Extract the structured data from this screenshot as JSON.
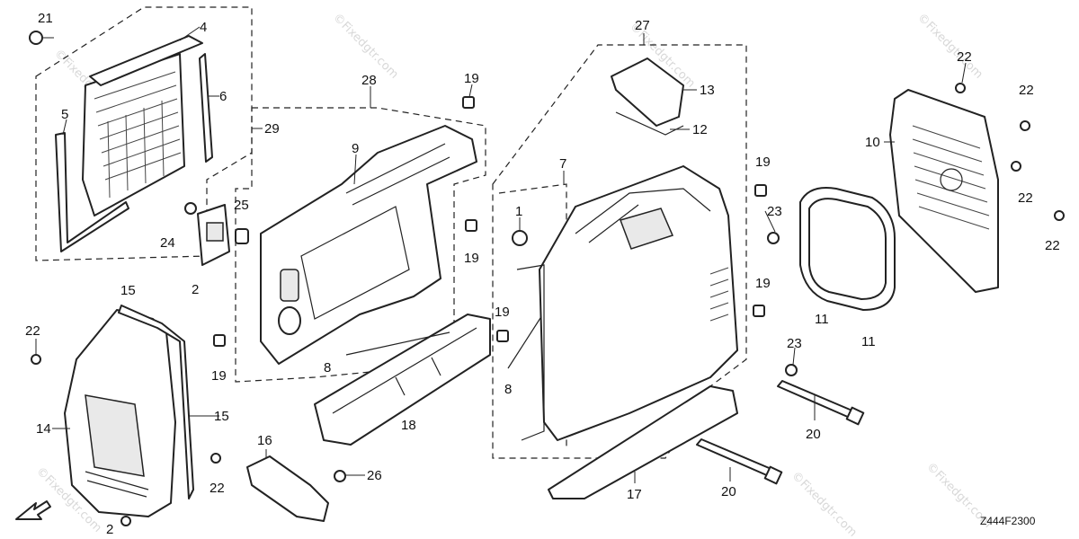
{
  "diagram": {
    "drawing_code": "Z444F2300",
    "watermark": "©Fixedgtr.com",
    "callouts": [
      {
        "id": "c-21",
        "text": "21"
      },
      {
        "id": "c-4",
        "text": "4"
      },
      {
        "id": "c-6",
        "text": "6"
      },
      {
        "id": "c-5",
        "text": "5"
      },
      {
        "id": "c-29",
        "text": "29"
      },
      {
        "id": "c-28",
        "text": "28"
      },
      {
        "id": "c-9",
        "text": "9"
      },
      {
        "id": "c-19a",
        "text": "19"
      },
      {
        "id": "c-27",
        "text": "27"
      },
      {
        "id": "c-13",
        "text": "13"
      },
      {
        "id": "c-12",
        "text": "12"
      },
      {
        "id": "c-22a",
        "text": "22"
      },
      {
        "id": "c-22b",
        "text": "22"
      },
      {
        "id": "c-10",
        "text": "10"
      },
      {
        "id": "c-22c",
        "text": "22"
      },
      {
        "id": "c-22d",
        "text": "22"
      },
      {
        "id": "c-7",
        "text": "7"
      },
      {
        "id": "c-19b",
        "text": "19"
      },
      {
        "id": "c-23a",
        "text": "23"
      },
      {
        "id": "c-1",
        "text": "1"
      },
      {
        "id": "c-19c",
        "text": "19"
      },
      {
        "id": "c-25",
        "text": "25"
      },
      {
        "id": "c-24",
        "text": "24"
      },
      {
        "id": "c-2a",
        "text": "2"
      },
      {
        "id": "c-15a",
        "text": "15"
      },
      {
        "id": "c-22e",
        "text": "22"
      },
      {
        "id": "c-19d",
        "text": "19"
      },
      {
        "id": "c-8a",
        "text": "8"
      },
      {
        "id": "c-19e",
        "text": "19"
      },
      {
        "id": "c-8b",
        "text": "8"
      },
      {
        "id": "c-19f",
        "text": "19"
      },
      {
        "id": "c-11a",
        "text": "11"
      },
      {
        "id": "c-11b",
        "text": "11"
      },
      {
        "id": "c-23b",
        "text": "23"
      },
      {
        "id": "c-14",
        "text": "14"
      },
      {
        "id": "c-15b",
        "text": "15"
      },
      {
        "id": "c-18",
        "text": "18"
      },
      {
        "id": "c-20a",
        "text": "20"
      },
      {
        "id": "c-22f",
        "text": "22"
      },
      {
        "id": "c-16",
        "text": "16"
      },
      {
        "id": "c-26",
        "text": "26"
      },
      {
        "id": "c-17",
        "text": "17"
      },
      {
        "id": "c-20b",
        "text": "20"
      },
      {
        "id": "c-2b",
        "text": "2"
      }
    ]
  }
}
